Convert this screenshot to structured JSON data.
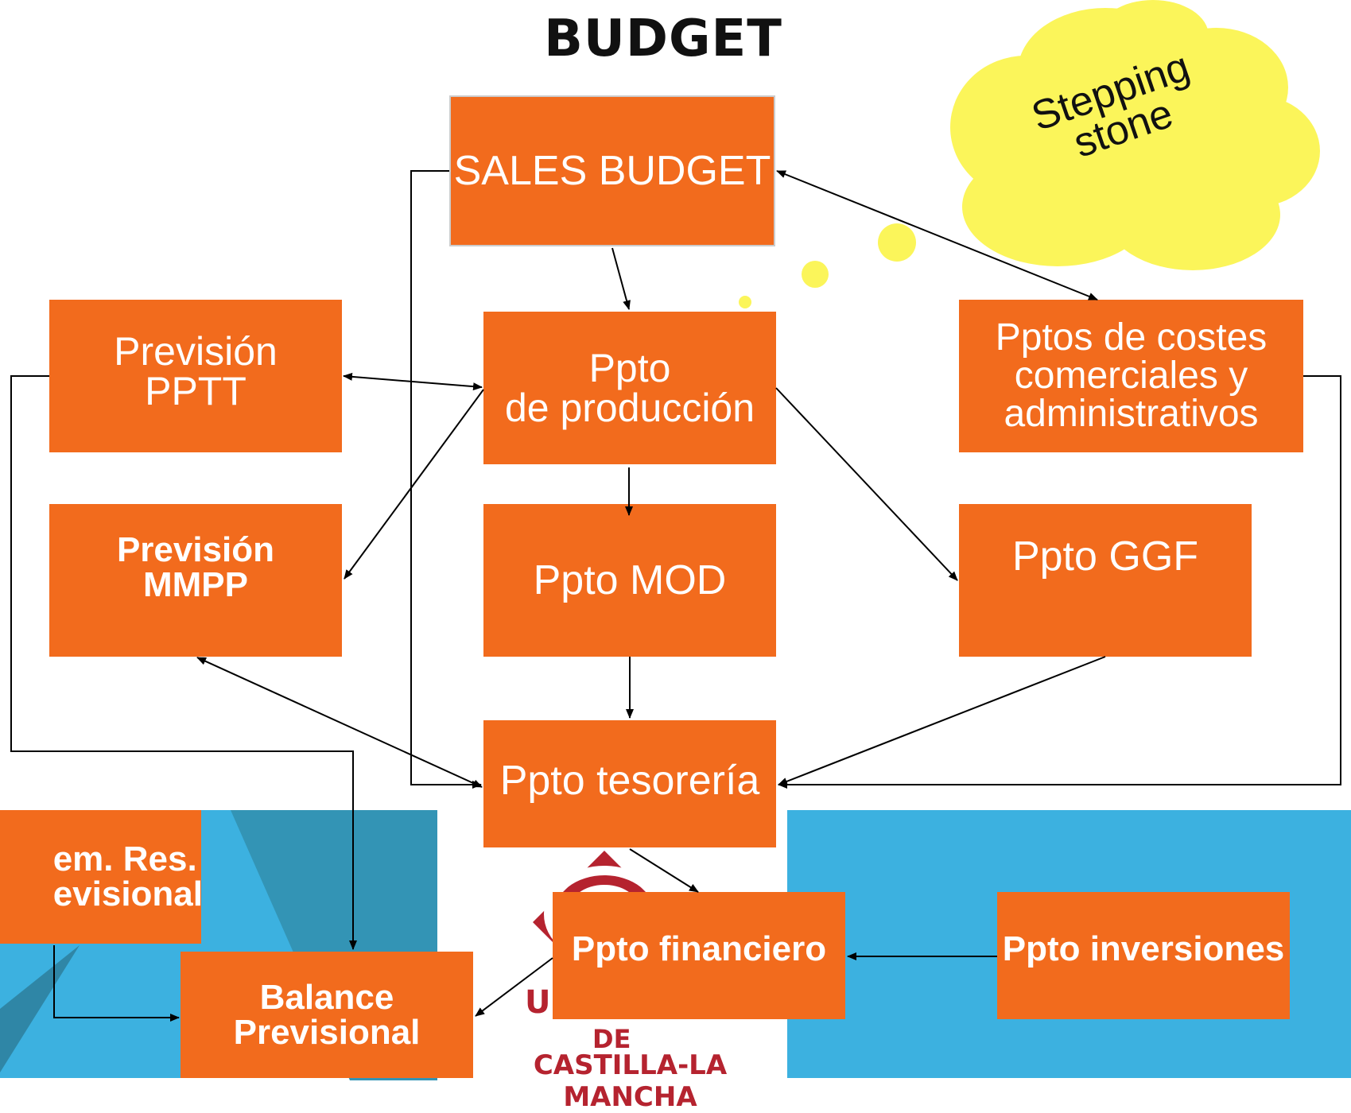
{
  "title": "BUDGET",
  "cloud": {
    "text": "Stepping\nstone",
    "color": "#fbf55a"
  },
  "colors": {
    "box": "#f26b1d",
    "band": "#3cb1e0",
    "logo": "#b5232f"
  },
  "logo": {
    "line1": "UN",
    "line2": "DE",
    "line3": "CASTILLA-LA MANCHA"
  },
  "boxes": {
    "sales": "SALES BUDGET",
    "pptt": "Previsión\nPPTT",
    "produccion": "Ppto\nde producción",
    "costes": "Pptos de costes\ncomerciales y\nadministrativos",
    "mmpp": "Previsión\nMMPP",
    "mod": "Ppto MOD",
    "ggf": "Ppto GGF",
    "tesoreria": "Ppto tesorería",
    "estres": "em. Res.\nevisional",
    "balance": "Balance\nPrevisional",
    "financiero": "Ppto financiero",
    "inversiones": "Ppto inversiones"
  }
}
